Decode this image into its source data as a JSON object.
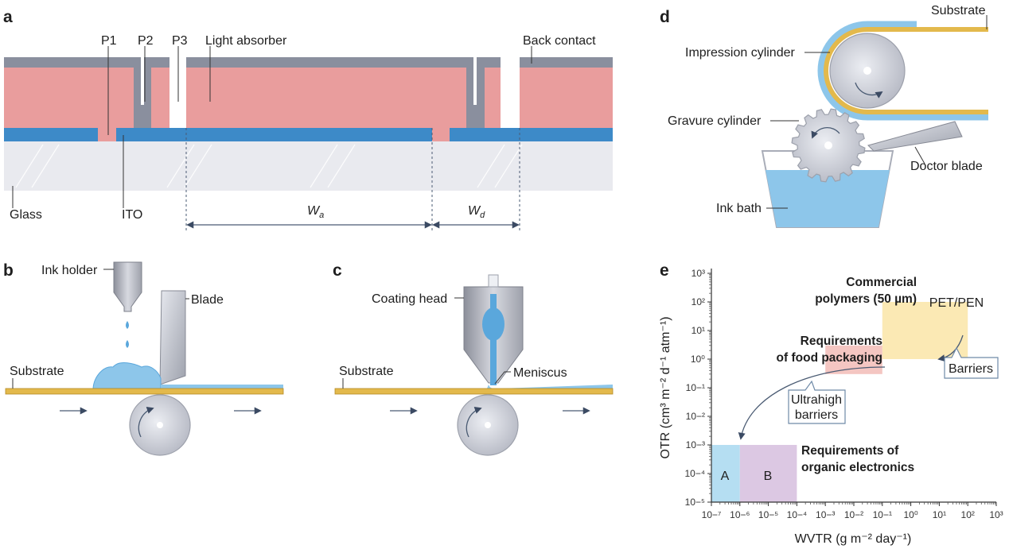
{
  "panel_labels": {
    "a": "a",
    "b": "b",
    "c": "c",
    "d": "d",
    "e": "e"
  },
  "panel_a": {
    "p1": "P1",
    "p2": "P2",
    "p3": "P3",
    "light_absorber": "Light absorber",
    "back_contact": "Back contact",
    "glass": "Glass",
    "ito": "ITO",
    "wa_main": "W",
    "wa_sub": "a",
    "wd_main": "W",
    "wd_sub": "d"
  },
  "panel_b": {
    "ink_holder": "Ink holder",
    "blade": "Blade",
    "substrate": "Substrate"
  },
  "panel_c": {
    "coating_head": "Coating head",
    "meniscus": "Meniscus",
    "substrate": "Substrate"
  },
  "panel_d": {
    "substrate": "Substrate",
    "impression_cylinder": "Impression cylinder",
    "gravure_cylinder": "Gravure cylinder",
    "doctor_blade": "Doctor blade",
    "ink_bath": "Ink bath"
  },
  "panel_e": {
    "ylabel": "OTR (cm³ m⁻² d⁻¹ atm⁻¹)",
    "xlabel": "WVTR (g m⁻² day⁻¹)",
    "commercial_line1": "Commercial",
    "commercial_line2": "polymers (50 µm)",
    "pet_pen": "PET/PEN",
    "food_line1": "Requirements",
    "food_line2": "of food packaging",
    "barriers": "Barriers",
    "ultra_line1": "Ultrahigh",
    "ultra_line2": "barriers",
    "organic_line1": "Requirements of",
    "organic_line2": "organic electronics",
    "region_a": "A",
    "region_b": "B"
  },
  "chart_data": {
    "type": "area",
    "xlabel": "WVTR (g m⁻² day⁻¹)",
    "ylabel": "OTR (cm³ m⁻² d⁻¹ atm⁻¹)",
    "x_scale": "log",
    "y_scale": "log",
    "xlim": [
      1e-07,
      1000
    ],
    "ylim": [
      1e-05,
      1000
    ],
    "x_tick_exponents": [
      -7,
      -6,
      -5,
      -4,
      -3,
      -2,
      -1,
      0,
      1,
      2,
      3
    ],
    "y_tick_exponents": [
      -5,
      -4,
      -3,
      -2,
      -1,
      0,
      1,
      2,
      3
    ],
    "regions": [
      {
        "name": "PET/PEN",
        "x": [
          0.1,
          100
        ],
        "y": [
          1,
          100
        ],
        "color": "#fbe9b4"
      },
      {
        "name": "Requirements of food packaging",
        "x": [
          0.001,
          0.1
        ],
        "y": [
          0.3,
          3
        ],
        "color": "#f4c6c2"
      },
      {
        "name": "A",
        "x": [
          1e-07,
          1e-06
        ],
        "y": [
          1e-05,
          0.001
        ],
        "color": "#b5def2"
      },
      {
        "name": "B",
        "x": [
          1e-06,
          0.0001
        ],
        "y": [
          1e-05,
          0.001
        ],
        "color": "#dcc8e3"
      }
    ],
    "grid": false
  }
}
